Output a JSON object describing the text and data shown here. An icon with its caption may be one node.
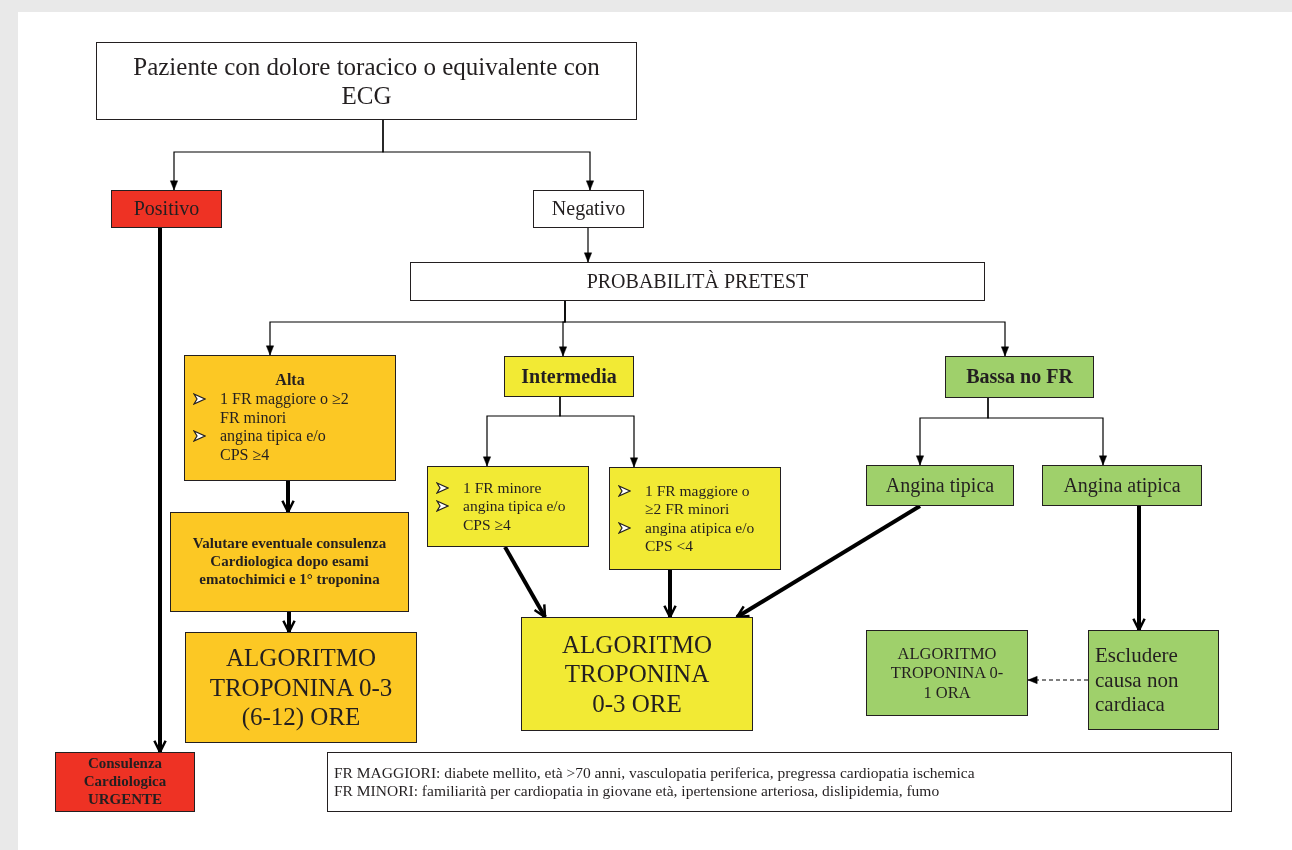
{
  "diagram": {
    "nodes": [
      {
        "text": [
          "Paziente con dolore toracico o equivalente con ECG"
        ]
      },
      {
        "text": [
          "Positivo"
        ]
      },
      {
        "text": [
          "Negativo"
        ]
      },
      {
        "text": [
          "PROBABILITÀ PRETEST"
        ]
      },
      {
        "text": [
          "Alta",
          "1 FR maggiore o ≥2 FR minori",
          "angina tipica e/o CPS ≥4"
        ]
      },
      {
        "text": [
          "Intermedia"
        ]
      },
      {
        "text": [
          "Bassa  no FR"
        ]
      },
      {
        "text": [
          "Valutare eventuale consulenza Cardiologica dopo esami ematochimici e 1° troponina"
        ]
      },
      {
        "text": [
          "1 FR minore",
          "angina tipica e/o CPS ≥4"
        ]
      },
      {
        "text": [
          "1 FR maggiore o ≥2 FR minori",
          "angina atipica e/o CPS <4"
        ]
      },
      {
        "text": [
          "Angina tipica"
        ]
      },
      {
        "text": [
          "Angina atipica"
        ]
      },
      {
        "text": [
          "ALGORITMO TROPONINA 0-3 (6-12) ORE"
        ]
      },
      {
        "text": [
          "ALGORITMO TROPONINA 0-3 ORE"
        ]
      },
      {
        "text": [
          "ALGORITMO TROPONINA 0-1 ORA"
        ]
      },
      {
        "text": [
          "Escludere causa non cardiaca"
        ]
      },
      {
        "text": [
          "Consulenza Cardiologica URGENTE"
        ]
      },
      {
        "text": [
          "FR MAGGIORI: diabete mellito, età >70 anni, vasculopatia periferica, pregressa cardiopatia ischemica",
          "FR MINORI: familiarità per cardiopatia in giovane età, ipertensione arteriosa, dislipidemia, fumo"
        ]
      }
    ],
    "edges": [
      {
        "from": 0,
        "to": 1,
        "arrow": "to"
      },
      {
        "from": 0,
        "to": 2,
        "arrow": "to"
      },
      {
        "from": 1,
        "to": 16,
        "arrow": "to",
        "style": "thick"
      },
      {
        "from": 2,
        "to": 3,
        "arrow": "to"
      },
      {
        "from": 3,
        "to": 4,
        "arrow": "to"
      },
      {
        "from": 3,
        "to": 5,
        "arrow": "to"
      },
      {
        "from": 3,
        "to": 6,
        "arrow": "to"
      },
      {
        "from": 4,
        "to": 7,
        "arrow": "to",
        "style": "thick"
      },
      {
        "from": 7,
        "to": 12,
        "arrow": "to",
        "style": "thick"
      },
      {
        "from": 5,
        "to": 8,
        "arrow": "to"
      },
      {
        "from": 5,
        "to": 9,
        "arrow": "to"
      },
      {
        "from": 6,
        "to": 10,
        "arrow": "to"
      },
      {
        "from": 6,
        "to": 11,
        "arrow": "to"
      },
      {
        "from": 8,
        "to": 13,
        "arrow": "to",
        "style": "thick"
      },
      {
        "from": 9,
        "to": 13,
        "arrow": "to",
        "style": "thick"
      },
      {
        "from": 10,
        "to": 13,
        "arrow": "to",
        "style": "thick"
      },
      {
        "from": 11,
        "to": 15,
        "arrow": "to",
        "style": "thick"
      },
      {
        "from": 15,
        "to": 14,
        "arrow": "to",
        "style": "dashed"
      }
    ]
  }
}
